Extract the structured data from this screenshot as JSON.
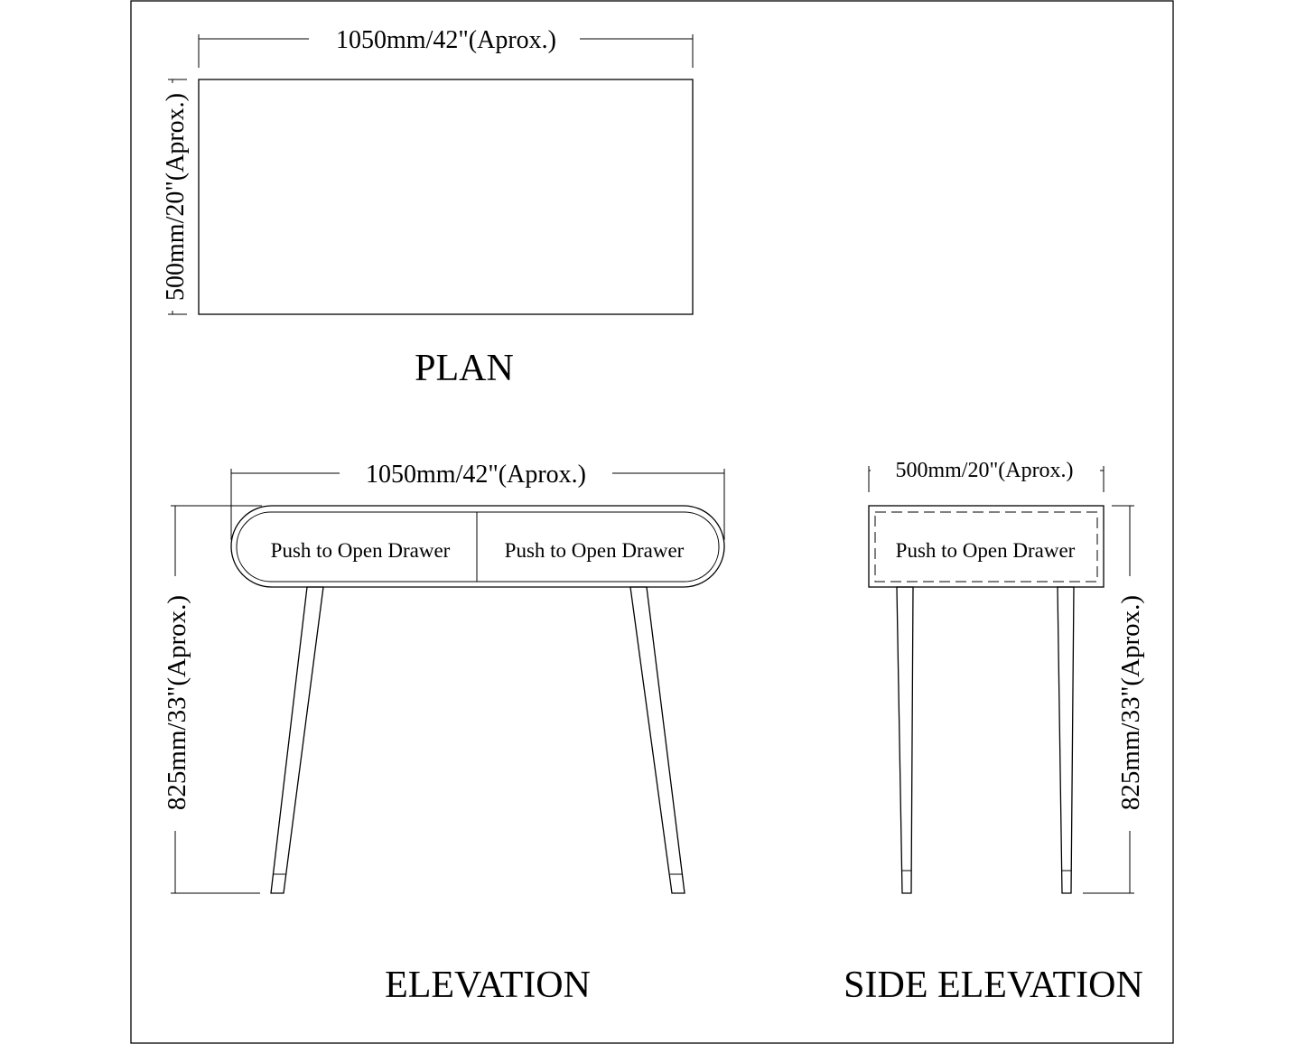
{
  "plan": {
    "title": "PLAN",
    "width_dim": "1050mm/42\"(Aprox.)",
    "depth_dim": "500mm/20\"(Aprox.)"
  },
  "elevation": {
    "title": "ELEVATION",
    "width_dim": "1050mm/42\"(Aprox.)",
    "height_dim": "825mm/33\"(Aprox.)",
    "drawers": [
      "Push to Open Drawer",
      "Push to Open Drawer"
    ]
  },
  "side_elevation": {
    "title": "SIDE ELEVATION",
    "width_dim": "500mm/20\"(Aprox.)",
    "height_dim": "825mm/33\"(Aprox.)",
    "drawer": "Push to Open Drawer"
  }
}
